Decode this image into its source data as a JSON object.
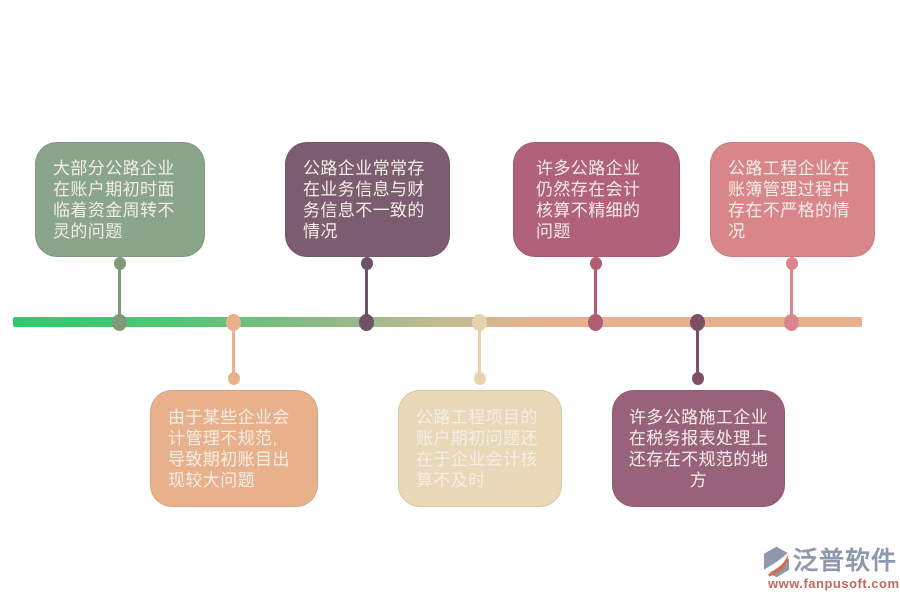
{
  "timeline": {
    "bar_gradient": [
      "#2bcb6d 0%",
      "#50c673 18%",
      "#8ab983 36%",
      "#c1bb91 50%",
      "#e6b190 63%",
      "#e6b08e 100%"
    ],
    "box_text_color": "#f3eee5",
    "items": [
      {
        "position": "top",
        "text": "大部分公路企业\n在账户期初时面\n临着资金周转不\n灵的问题",
        "box_color": "#8ba58a",
        "dot_color": "#7e9a79",
        "align": "left"
      },
      {
        "position": "bottom",
        "text": "由于某些企业会\n计管理不规范,\n导致期初账目出\n现较大问题",
        "box_color": "#e8b18c",
        "dot_color": "#e8b18c",
        "align": "left"
      },
      {
        "position": "top",
        "text": "公路企业常常存\n在业务信息与财\n务信息不一致的\n情况",
        "box_color": "#7c5d6f",
        "dot_color": "#6b5265",
        "align": "left"
      },
      {
        "position": "bottom",
        "text": "公路工程项目的\n账户期初问题还\n在于企业会计核\n算不及时",
        "box_color": "#e9d9b8",
        "dot_color": "#e6d3ae",
        "align": "left"
      },
      {
        "position": "top",
        "text": "许多公路企业\n仍然存在会计\n核算不精细的\n问题",
        "box_color": "#b2617a",
        "dot_color": "#b05c73",
        "align": "left"
      },
      {
        "position": "bottom",
        "text": "许多公路施工企业\n在税务报表处理上\n还存在不规范的地\n方",
        "box_color": "#99627b",
        "dot_color": "#7c4f66",
        "align": "center"
      },
      {
        "position": "top",
        "text": "公路工程企业在\n账簿管理过程中\n存在不严格的情\n况",
        "box_color": "#d8868a",
        "dot_color": "#d9868c",
        "align": "left"
      }
    ]
  },
  "watermark": {
    "brand": "泛普软件",
    "url": "www.fanpusoft.com",
    "brand_color": "#8d99ac",
    "url_color": "#c06a5c",
    "icon": "fanpu-logo-icon",
    "icon_colors": {
      "base": "#8d99ac",
      "swoosh": "#dd6a4a"
    }
  }
}
